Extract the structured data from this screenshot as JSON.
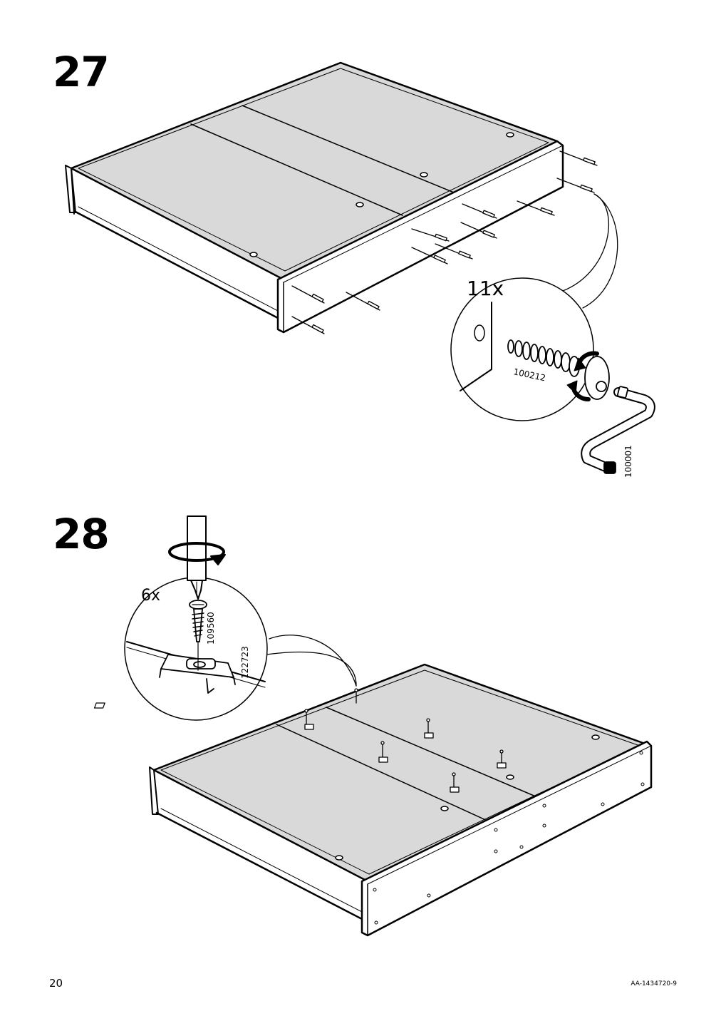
{
  "steps": [
    {
      "number": "27",
      "quantity": "11x",
      "part_numbers": [
        "100212",
        "100001"
      ],
      "parts": {
        "screw": "100212",
        "allen_key": "100001"
      }
    },
    {
      "number": "28",
      "quantity": "6x",
      "part_numbers": [
        "109560",
        "122723"
      ],
      "parts": {
        "screw": "109560",
        "bracket": "122723"
      }
    }
  ],
  "footer": {
    "page_number": "20",
    "document_code": "AA-1434720-9"
  }
}
